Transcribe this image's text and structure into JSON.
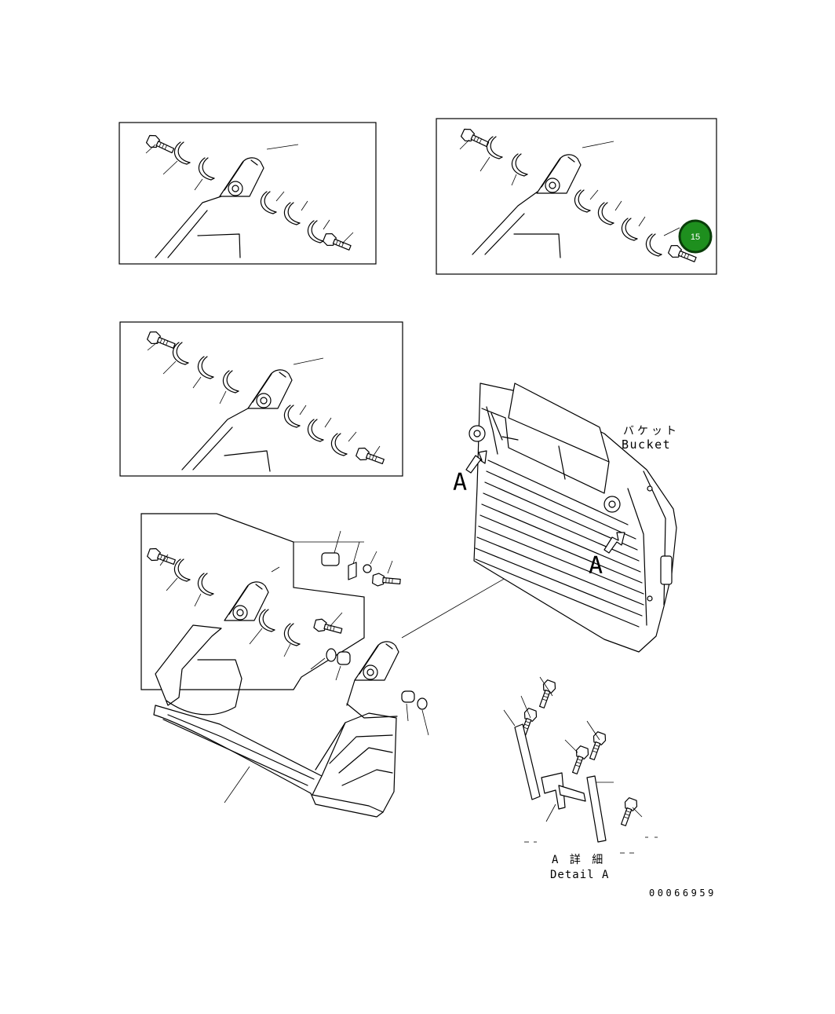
{
  "bucket_label_jp": "バケット",
  "bucket_label_en": "Bucket",
  "view_arrow_left": "A",
  "view_arrow_right": "A",
  "detail_title_jp": "A 詳 細",
  "detail_title_en": "Detail A",
  "drawing_number": "00066959",
  "callout_badge": {
    "label": "15",
    "color": "#1e8f1e"
  }
}
